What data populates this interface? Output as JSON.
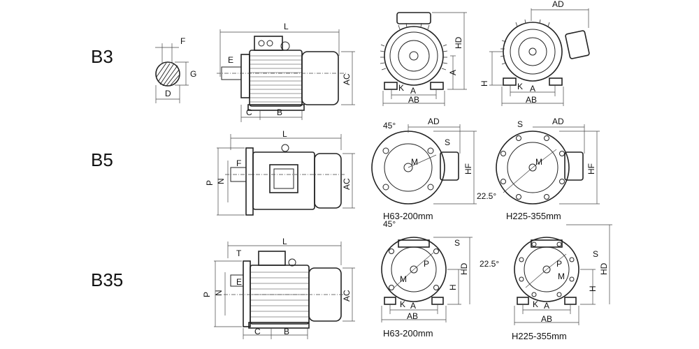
{
  "mount_types": {
    "b3": "B3",
    "b5": "B5",
    "b35": "B35"
  },
  "labels": {
    "L": "L",
    "AC": "AC",
    "AD": "AD",
    "HD": "HD",
    "HF": "HF",
    "A": "A",
    "AB": "AB",
    "B": "B",
    "C": "C",
    "D": "D",
    "E": "E",
    "F": "F",
    "G": "G",
    "H": "H",
    "K": "K",
    "M": "M",
    "N": "N",
    "P": "P",
    "S": "S",
    "T": "T",
    "angle45": "45°",
    "angle22": "22.5°"
  },
  "captions": {
    "small_frame": "H63-200mm",
    "large_frame": "H225-355mm"
  }
}
